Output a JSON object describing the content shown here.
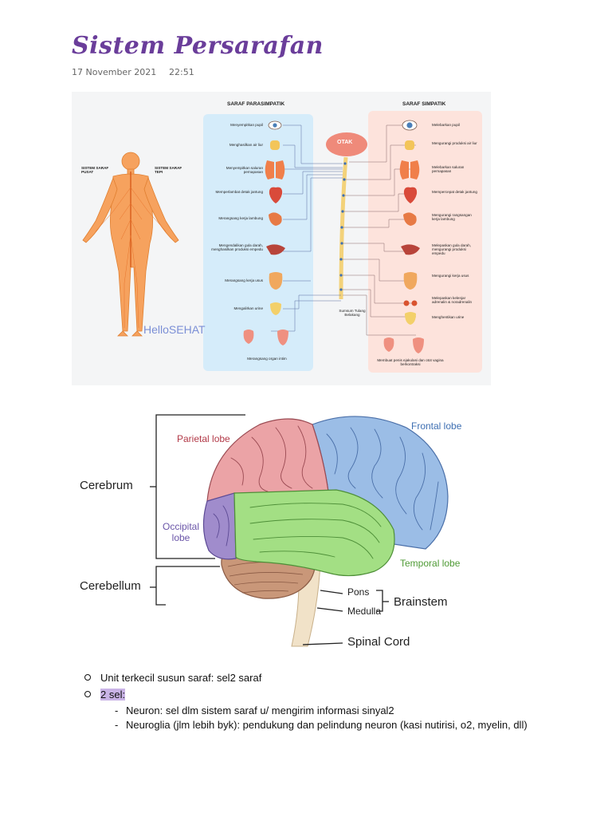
{
  "header": {
    "title": "Sistem Persarafan",
    "date": "17 November 2021",
    "time": "22:51"
  },
  "figure1": {
    "left_body": {
      "central": "SISTEM SARAF PUSAT",
      "peripheral": "SISTEM SARAF TEPI"
    },
    "watermark": "HelloSEHAT",
    "brain_label": "OTAK",
    "spinal_label": "Sumsum Tulang Belakang",
    "parasympathetic": {
      "heading": "SARAF PARASIMPATIK",
      "items": [
        "Menyempitkan pupil",
        "Menghasilkan air liur",
        "Menyempitkan saluran pernapasan",
        "Memperlambat detak jantung",
        "Merangsang kerja lambung",
        "Mengendalikan gula darah, menghasilkan produksi empedu",
        "Merangsang kerja usus",
        "Mengalirkan urine",
        "Merangsang organ intim"
      ]
    },
    "sympathetic": {
      "heading": "SARAF SIMPATIK",
      "items": [
        "Melebarkan pupil",
        "Mengurangi produksi air liur",
        "Melebarkan saluran pernapasan",
        "Mempercepat detak jantung",
        "Mengurangi rangsangan kerja lambung",
        "Melepaskan gula darah, mengurangi produksi empedu",
        "Mengurangi kerja usus",
        "Melepaskan kelenjar adrenalin & noradrenalin",
        "Menghentikan urine",
        "Membuat penis ejakulasi dan otot vagina berkontraksi"
      ]
    }
  },
  "figure2": {
    "labels": {
      "cerebrum": "Cerebrum",
      "cerebellum": "Cerebellum",
      "parietal": "Parietal lobe",
      "frontal": "Frontal lobe",
      "occipital": "Occipital lobe",
      "temporal": "Temporal lobe",
      "pons": "Pons",
      "medulla": "Medulla",
      "brainstem": "Brainstem",
      "spinal": "Spinal Cord"
    }
  },
  "notes": {
    "b1": "Unit terkecil susun saraf: sel2 saraf",
    "b2": "2 sel:",
    "s1": "Neuron: sel dlm sistem saraf u/ mengirim informasi sinyal2",
    "s2": "Neuroglia (jlm lebih byk): pendukung dan pelindung neuron (kasi nutirisi, o2, myelin, dll)"
  }
}
